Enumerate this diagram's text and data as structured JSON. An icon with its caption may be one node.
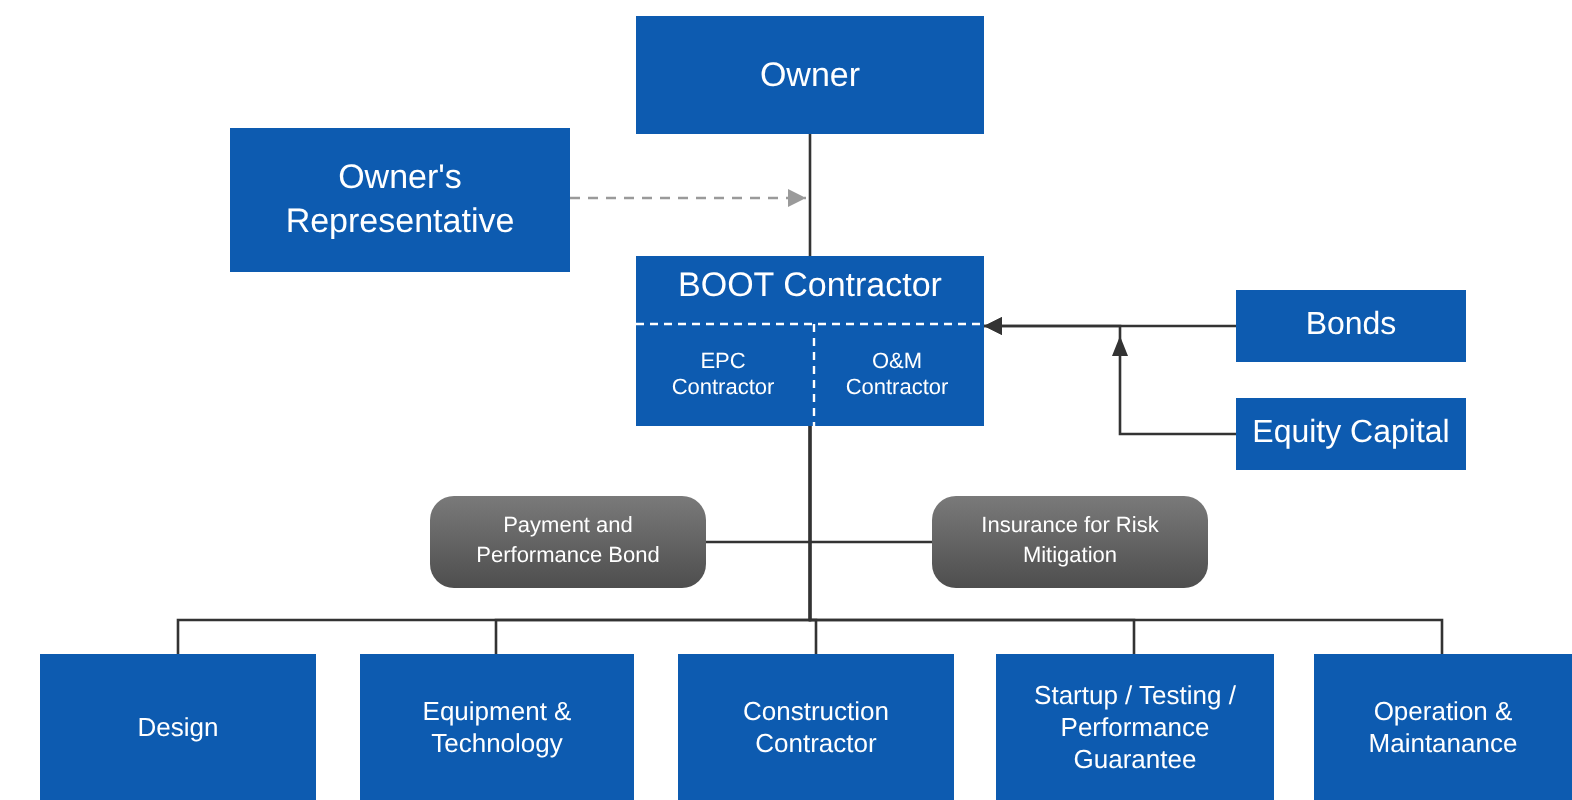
{
  "diagram": {
    "nodes": [
      {
        "text": [
          "Owner"
        ]
      },
      {
        "text": [
          "Owner's Representative"
        ]
      },
      {
        "text": [
          "BOOT Contractor"
        ]
      },
      {
        "text": [
          "EPC Contractor"
        ],
        "in": 2
      },
      {
        "text": [
          "O&M Contractor"
        ],
        "in": 2
      },
      {
        "text": [
          "Bonds"
        ]
      },
      {
        "text": [
          "Equity Capital"
        ]
      },
      {
        "text": [
          "Payment and Performance Bond"
        ]
      },
      {
        "text": [
          "Insurance for Risk Mitigation"
        ]
      },
      {
        "text": [
          "Design"
        ]
      },
      {
        "text": [
          "Equipment & Technology"
        ]
      },
      {
        "text": [
          "Construction Contractor"
        ]
      },
      {
        "text": [
          "Startup / Testing / Performance Guarantee"
        ]
      },
      {
        "text": [
          "Operation & Maintanance"
        ]
      }
    ],
    "edges": [
      {
        "from": 0,
        "to": 2,
        "arrow": "none"
      },
      {
        "from": 1,
        "to": null,
        "arrow": "to",
        "style": "dashed",
        "color": "#9a9a9a"
      },
      {
        "from": 5,
        "to": 2,
        "arrow": "to"
      },
      {
        "from": 6,
        "to": 2,
        "arrow": "to"
      },
      {
        "from": 7,
        "to": null,
        "arrow": "none"
      },
      {
        "from": 8,
        "to": null,
        "arrow": "none"
      },
      {
        "from": 2,
        "to": 9,
        "arrow": "none"
      },
      {
        "from": 2,
        "to": 10,
        "arrow": "none"
      },
      {
        "from": 2,
        "to": 11,
        "arrow": "none"
      },
      {
        "from": 2,
        "to": 12,
        "arrow": "none"
      },
      {
        "from": 2,
        "to": 13,
        "arrow": "none"
      }
    ]
  }
}
